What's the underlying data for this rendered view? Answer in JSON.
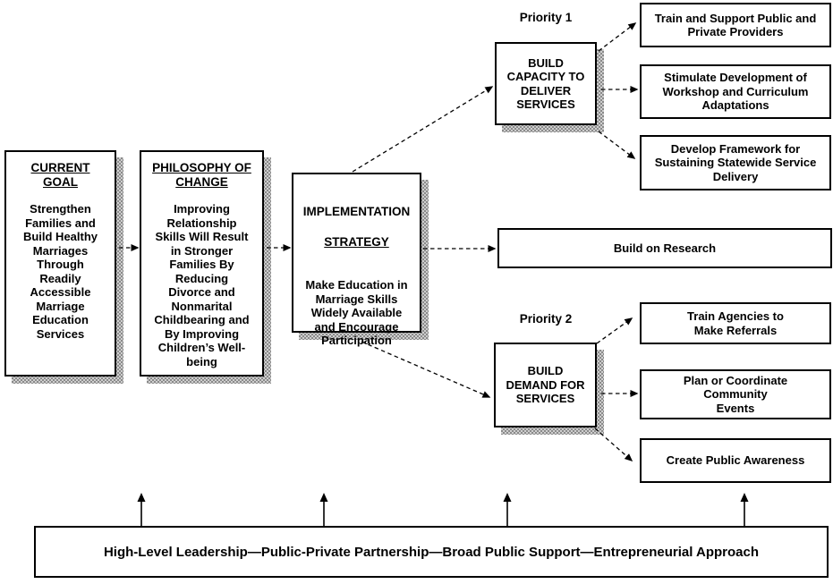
{
  "labels": {
    "priority1": "Priority 1",
    "priority2": "Priority 2"
  },
  "boxes": {
    "current_goal": {
      "heading": "CURRENT\nGOAL",
      "body": "Strengthen\nFamilies and\nBuild Healthy\nMarriages\nThrough\nReadily\nAccessible\nMarriage\nEducation\nServices"
    },
    "philosophy": {
      "heading": "PHILOSOPHY OF\nCHANGE",
      "body": "Improving\nRelationship\nSkills Will Result\nin Stronger\nFamilies By\nReducing\nDivorce and\nNonmarital\nChildbearing and\nBy Improving\nChildren’s Well-\nbeing"
    },
    "implementation": {
      "heading_line1": "IMPLEMENTATION",
      "heading_line2": "STRATEGY",
      "body": "Make Education in\nMarriage Skills\nWidely Available\nand Encourage\nParticipation"
    },
    "capacity": {
      "label": "BUILD\nCAPACITY TO\nDELIVER\nSERVICES"
    },
    "demand": {
      "label": "BUILD\nDEMAND FOR\nSERVICES"
    },
    "priority1_outcomes": [
      "Train and Support Public and\nPrivate Providers",
      "Stimulate Development of\nWorkshop and Curriculum\nAdaptations",
      "Develop Framework for\nSustaining Statewide Service\nDelivery"
    ],
    "research": {
      "label": "Build on Research"
    },
    "priority2_outcomes": [
      "Train Agencies to\nMake Referrals",
      "Plan or Coordinate\nCommunity\nEvents",
      "Create Public Awareness"
    ],
    "foundation": {
      "label": "High-Level Leadership—Public-Private Partnership—Broad Public Support—Entrepreneurial Approach"
    }
  },
  "colors": {
    "text": "#000000",
    "border": "#000000",
    "background": "#ffffff",
    "shadow": "#9e9e9e"
  }
}
